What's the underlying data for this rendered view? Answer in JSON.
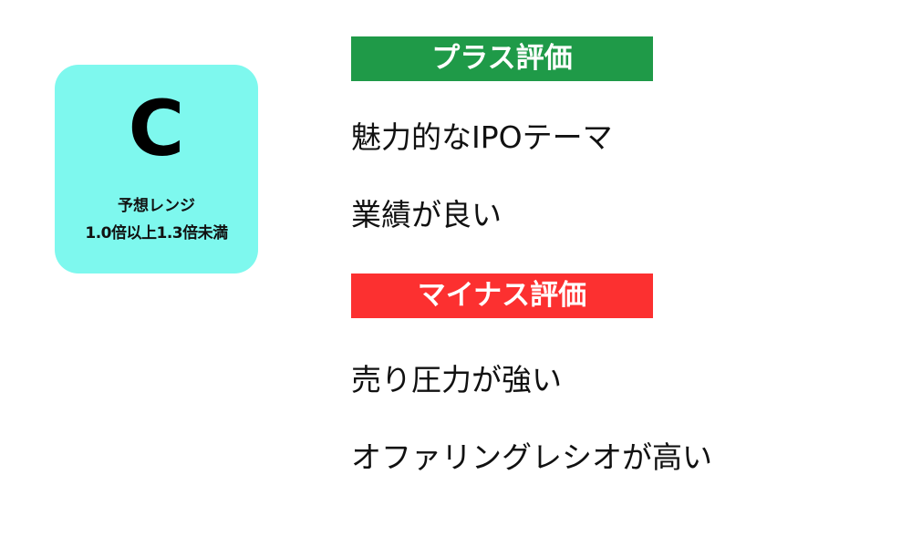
{
  "grade_card": {
    "grade": "C",
    "range_label": "予想レンジ",
    "range_value": "1.0倍以上1.3倍未満",
    "color": "#7ef8ee"
  },
  "plus_section": {
    "title": "プラス評価",
    "color": "#1f9a48",
    "items": [
      "魅力的なIPOテーマ",
      "業績が良い"
    ]
  },
  "minus_section": {
    "title": "マイナス評価",
    "color": "#fc3030",
    "items": [
      "売り圧力が強い",
      "オファリングレシオが高い"
    ]
  }
}
